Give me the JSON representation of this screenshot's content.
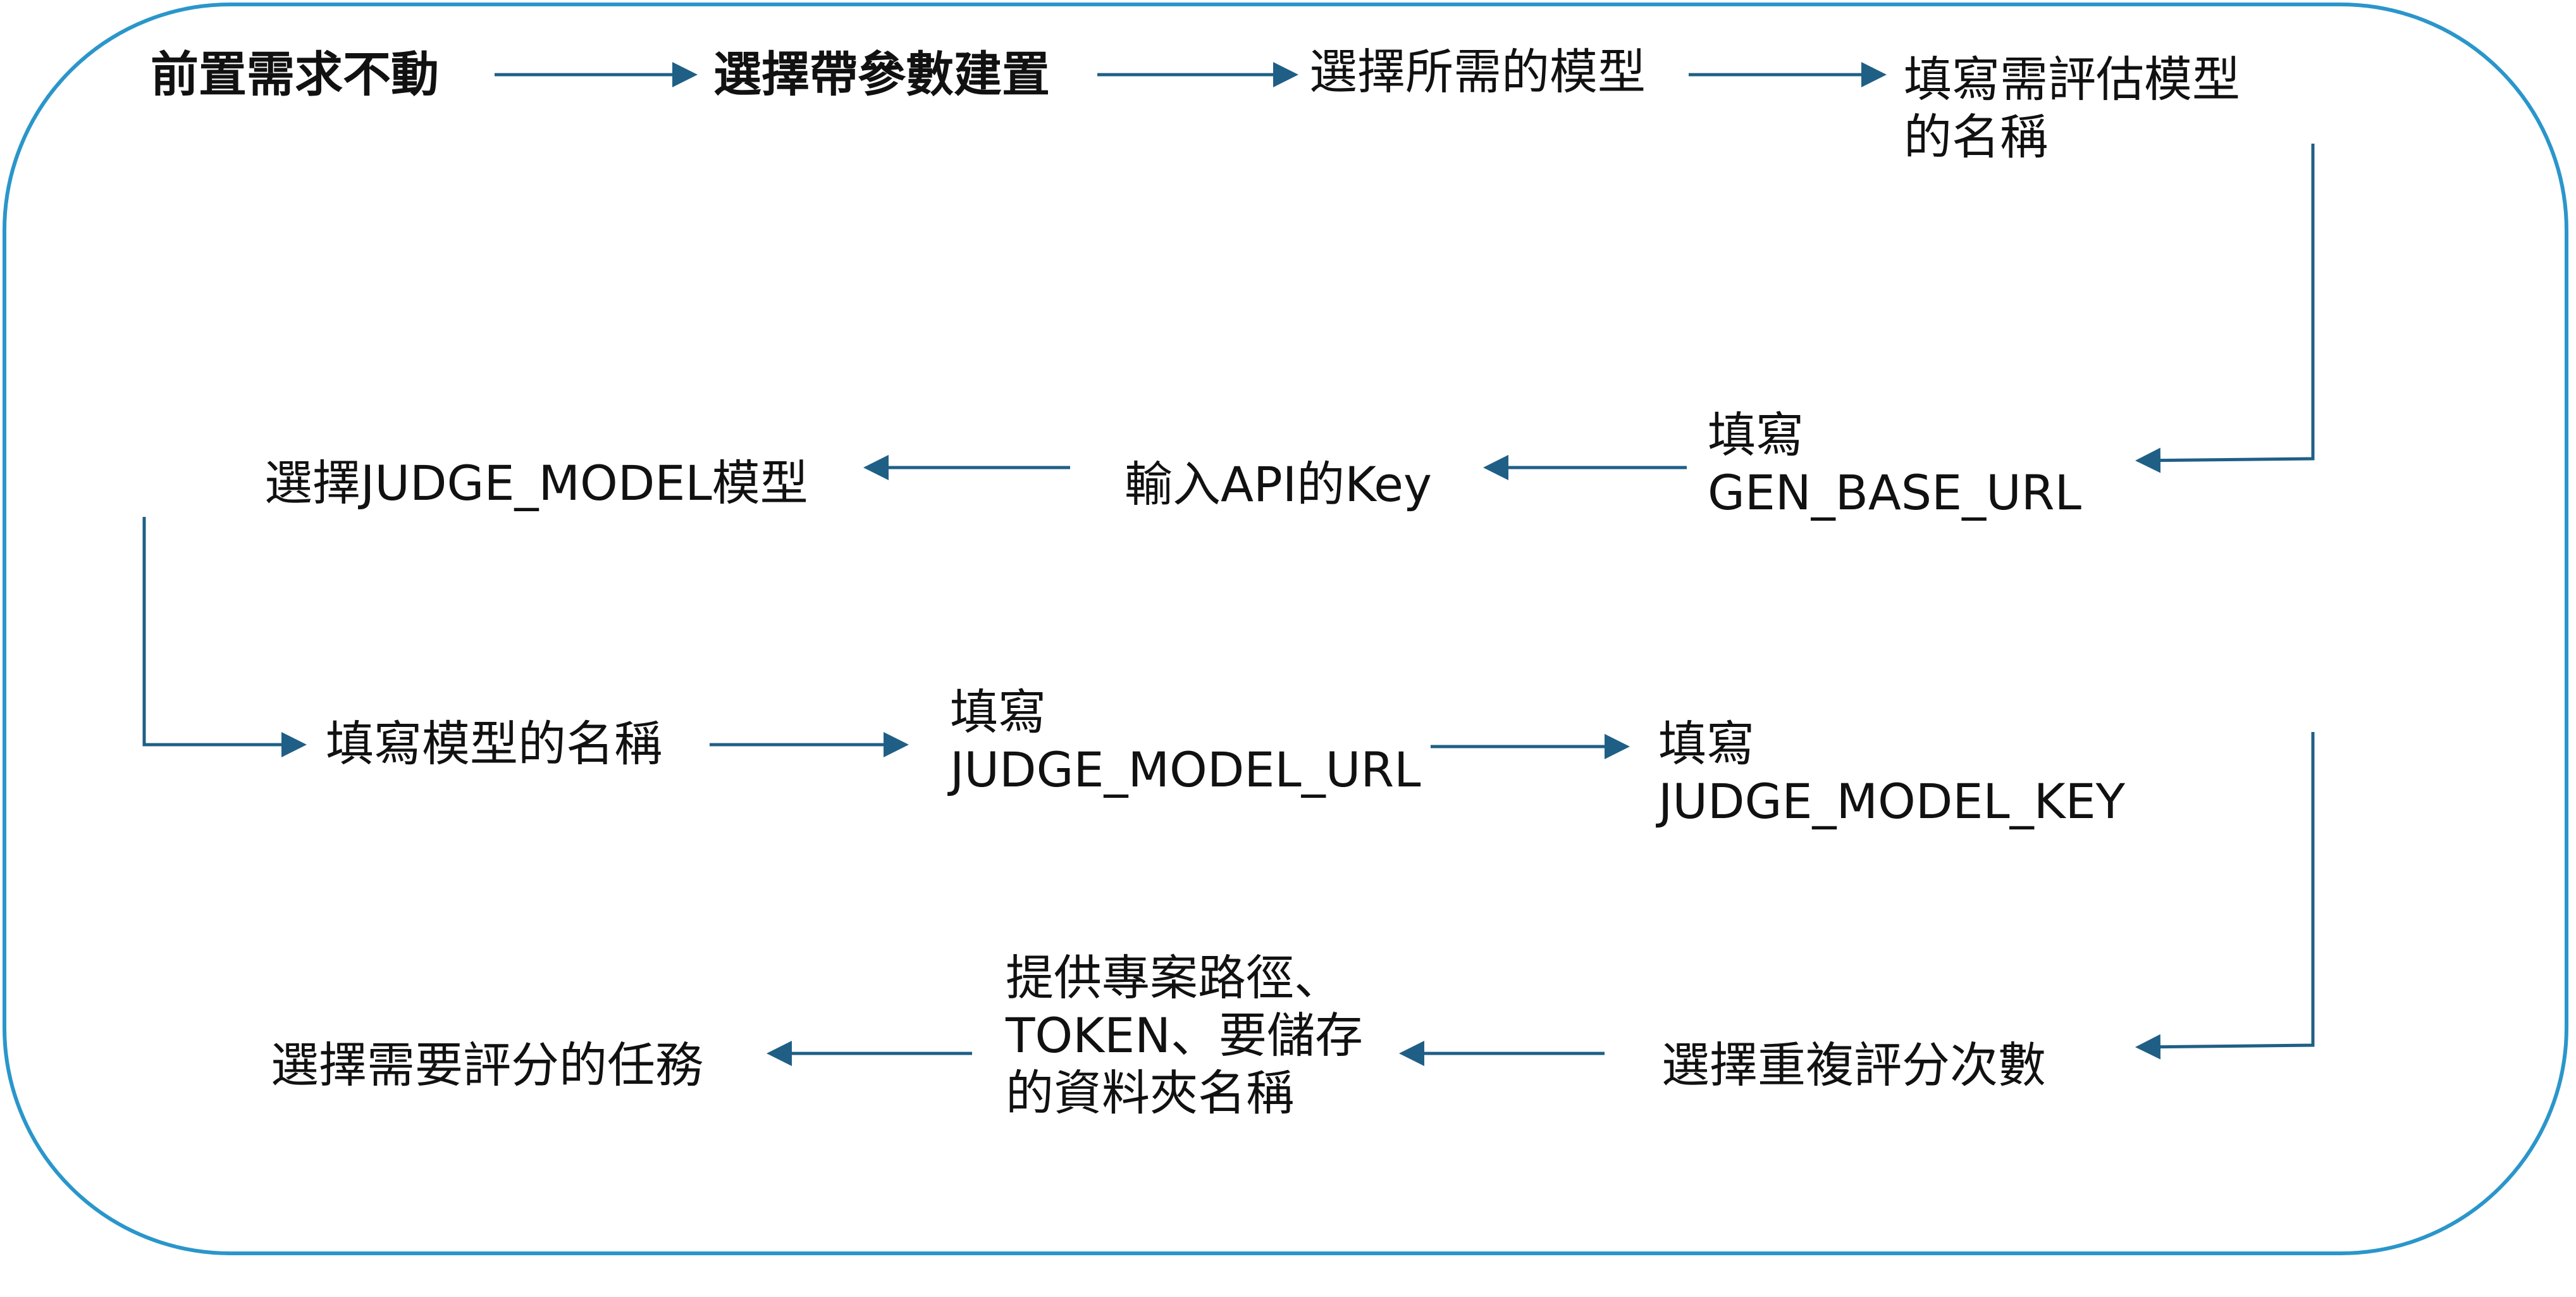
{
  "colors": {
    "frame": "#2a96cb",
    "arrow": "#1f5f86",
    "text": "#111111"
  },
  "flow": {
    "steps": [
      {
        "label": "前置需求不動"
      },
      {
        "label": "選擇帶參數建置"
      },
      {
        "label": "選擇所需的模型"
      },
      {
        "label": "填寫需評估模型\n的名稱"
      },
      {
        "label": "填寫\nGEN_BASE_URL"
      },
      {
        "label": "輸入API的Key"
      },
      {
        "label": "選擇JUDGE_MODEL模型"
      },
      {
        "label": "填寫模型的名稱"
      },
      {
        "label": "填寫\nJUDGE_MODEL_URL"
      },
      {
        "label": "填寫\nJUDGE_MODEL_KEY"
      },
      {
        "label": "選擇重複評分次數"
      },
      {
        "label": "提供專案路徑、\nTOKEN、要儲存\n的資料夾名稱"
      },
      {
        "label": "選擇需要評分的任務"
      }
    ]
  }
}
